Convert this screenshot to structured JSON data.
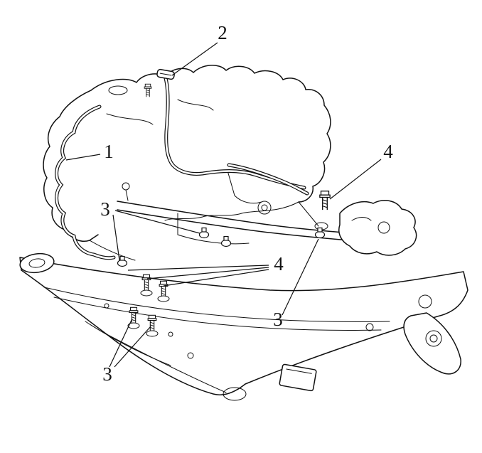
{
  "figure": {
    "type": "technical-line-diagram",
    "description": "Powertrain, transmission lines and front subframe mounting diagram with numbered service callouts",
    "background_color": "#ffffff",
    "line_color": "#111111",
    "callouts": [
      {
        "id": "transmission-hose",
        "label": "1"
      },
      {
        "id": "cooler-pipe-clamp",
        "label": "2"
      },
      {
        "id": "mount-bolt-upper",
        "label": "4"
      },
      {
        "id": "line-clamps-left",
        "label": "3"
      },
      {
        "id": "mount-bolts-mid",
        "label": "4"
      },
      {
        "id": "line-clamp-mid",
        "label": "3"
      },
      {
        "id": "mount-bolts-bottom",
        "label": "3"
      }
    ]
  }
}
